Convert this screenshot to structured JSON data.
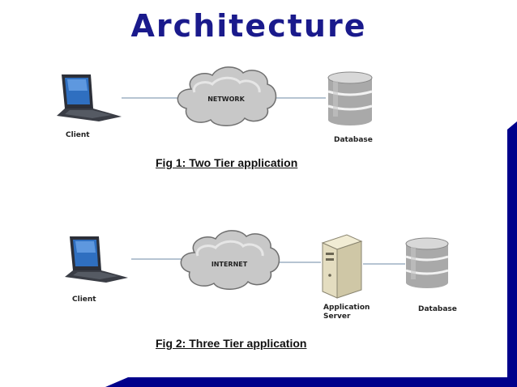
{
  "slide": {
    "title": "Architecture",
    "accent_color": "#1a1a8c",
    "frame_color": "#00008b"
  },
  "fig1": {
    "client_label": "Client",
    "cloud_label": "NETWORK",
    "database_label": "Database",
    "caption": "Fig 1: Two Tier application"
  },
  "fig2": {
    "client_label": "Client",
    "cloud_label": "INTERNET",
    "server_label_line1": "Application",
    "server_label_line2": "Server",
    "database_label": "Database",
    "caption": "Fig 2: Three Tier application"
  },
  "icons": [
    "laptop-icon",
    "cloud-icon",
    "database-icon",
    "server-icon"
  ]
}
